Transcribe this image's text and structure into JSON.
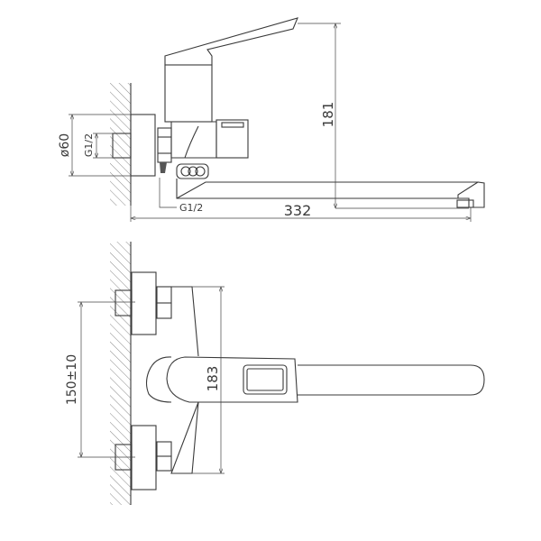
{
  "side_view": {
    "height_dim": "181",
    "length_dim": "332",
    "flange_diameter_dim": "ø60",
    "pipe_thread_dim": "G1/2",
    "outlet_thread_dim": "G1/2"
  },
  "top_view": {
    "height_dim": "183",
    "inlet_spacing_dim": "150±10"
  }
}
